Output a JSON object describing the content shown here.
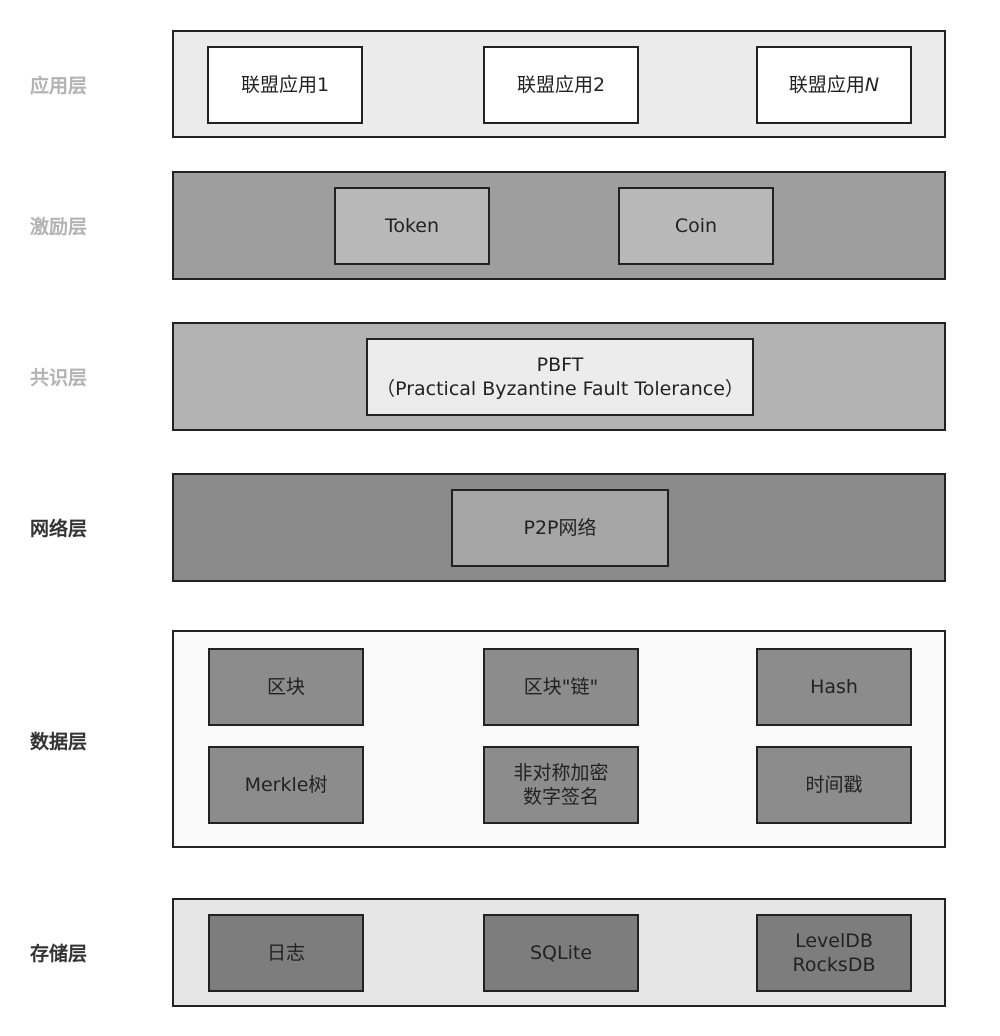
{
  "layers": {
    "application": {
      "label": "应用层",
      "apps": [
        {
          "text": "联盟应用1"
        },
        {
          "text": "联盟应用2"
        },
        {
          "text": "联盟应用",
          "italic_suffix": "N"
        }
      ]
    },
    "incentive": {
      "label": "激励层",
      "items": [
        "Token",
        "Coin"
      ]
    },
    "consensus": {
      "label": "共识层",
      "item_line1": "PBFT",
      "item_line2": "（Practical Byzantine Fault Tolerance）"
    },
    "network": {
      "label": "网络层",
      "item": "P2P网络"
    },
    "data": {
      "label": "数据层",
      "items": [
        "区块",
        "区块\"链\"",
        "Hash",
        "Merkle树",
        "非对称加密",
        "数字签名",
        "时间戳"
      ]
    },
    "storage": {
      "label": "存储层",
      "items": [
        "日志",
        "SQLite",
        "LevelDB",
        "RocksDB"
      ]
    }
  },
  "colors": {
    "label_light": "#b3b3b3",
    "label_dark": "#333333",
    "panel_application": "#ebebeb",
    "panel_incentive": "#9e9e9e",
    "panel_consensus": "#b3b3b3",
    "panel_network": "#8a8a8a",
    "panel_data": "#f9f9f9",
    "panel_storage": "#e6e6e6",
    "box_white": "#ffffff",
    "box_incentive": "#b8b8b8",
    "box_consensus": "#ececec",
    "box_network": "#a6a6a6",
    "box_data": "#8c8c8c",
    "box_storage": "#7d7d7d"
  }
}
